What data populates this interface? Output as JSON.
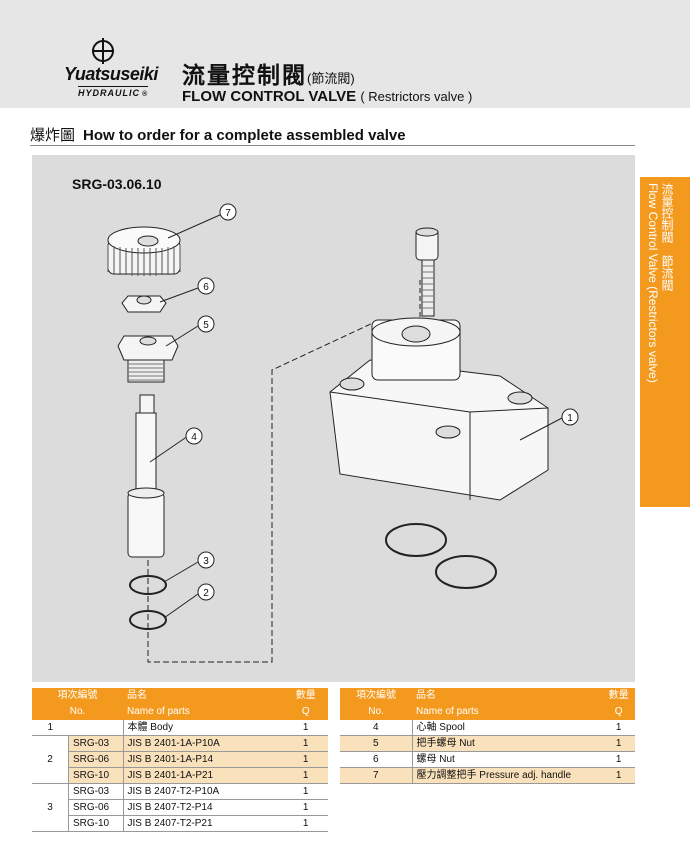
{
  "header": {
    "brand": "Yuatsuseiki",
    "brand_sub": "HYDRAULIC",
    "brand_reg": "®",
    "title_cn": "流量控制閥",
    "title_cn_sub": "(節流閥)",
    "title_en": "FLOW CONTROL VALVE",
    "title_en_sub": "( Restrictors valve )"
  },
  "section": {
    "cn": "爆炸圖",
    "en": "How to order for a complete assembled valve"
  },
  "diagram": {
    "model": "SRG-03.06.10",
    "callouts": [
      "7",
      "6",
      "5",
      "4",
      "3",
      "2",
      "1"
    ]
  },
  "sidetab": {
    "cn": "流量控制閥　節流閥",
    "en": "Flow Control Valve (Restrictors valve)"
  },
  "table_left": {
    "headers": [
      "項次編號",
      "品名",
      "數量"
    ],
    "headers_en": [
      "No.",
      "Name of parts",
      "Q"
    ],
    "rows": [
      {
        "no": "1",
        "model": "",
        "name": "本體 Body",
        "q": "1"
      },
      {
        "no": "2",
        "model": "SRG-03",
        "name": "JIS B 2401-1A-P10A",
        "q": "1"
      },
      {
        "no": "",
        "model": "SRG-06",
        "name": "JIS B 2401-1A-P14",
        "q": "1"
      },
      {
        "no": "",
        "model": "SRG-10",
        "name": "JIS B 2401-1A-P21",
        "q": "1"
      },
      {
        "no": "3",
        "model": "SRG-03",
        "name": "JIS B 2407-T2-P10A",
        "q": "1"
      },
      {
        "no": "",
        "model": "SRG-06",
        "name": "JIS B 2407-T2-P14",
        "q": "1"
      },
      {
        "no": "",
        "model": "SRG-10",
        "name": "JIS B 2407-T2-P21",
        "q": "1"
      }
    ]
  },
  "table_right": {
    "headers": [
      "項次編號",
      "品名",
      "數量"
    ],
    "headers_en": [
      "No.",
      "Name of parts",
      "Q"
    ],
    "rows": [
      {
        "no": "4",
        "name": "心軸 Spool",
        "q": "1"
      },
      {
        "no": "5",
        "name": "把手螺母 Nut",
        "q": "1"
      },
      {
        "no": "6",
        "name": "螺母 Nut",
        "q": "1"
      },
      {
        "no": "7",
        "name": "壓力調整把手 Pressure adj. handle",
        "q": "1"
      }
    ]
  },
  "colors": {
    "accent": "#f39a1e",
    "shade": "#f9e1bc",
    "band": "#e6e6e6",
    "diagram_bg": "#dcdcdc"
  }
}
